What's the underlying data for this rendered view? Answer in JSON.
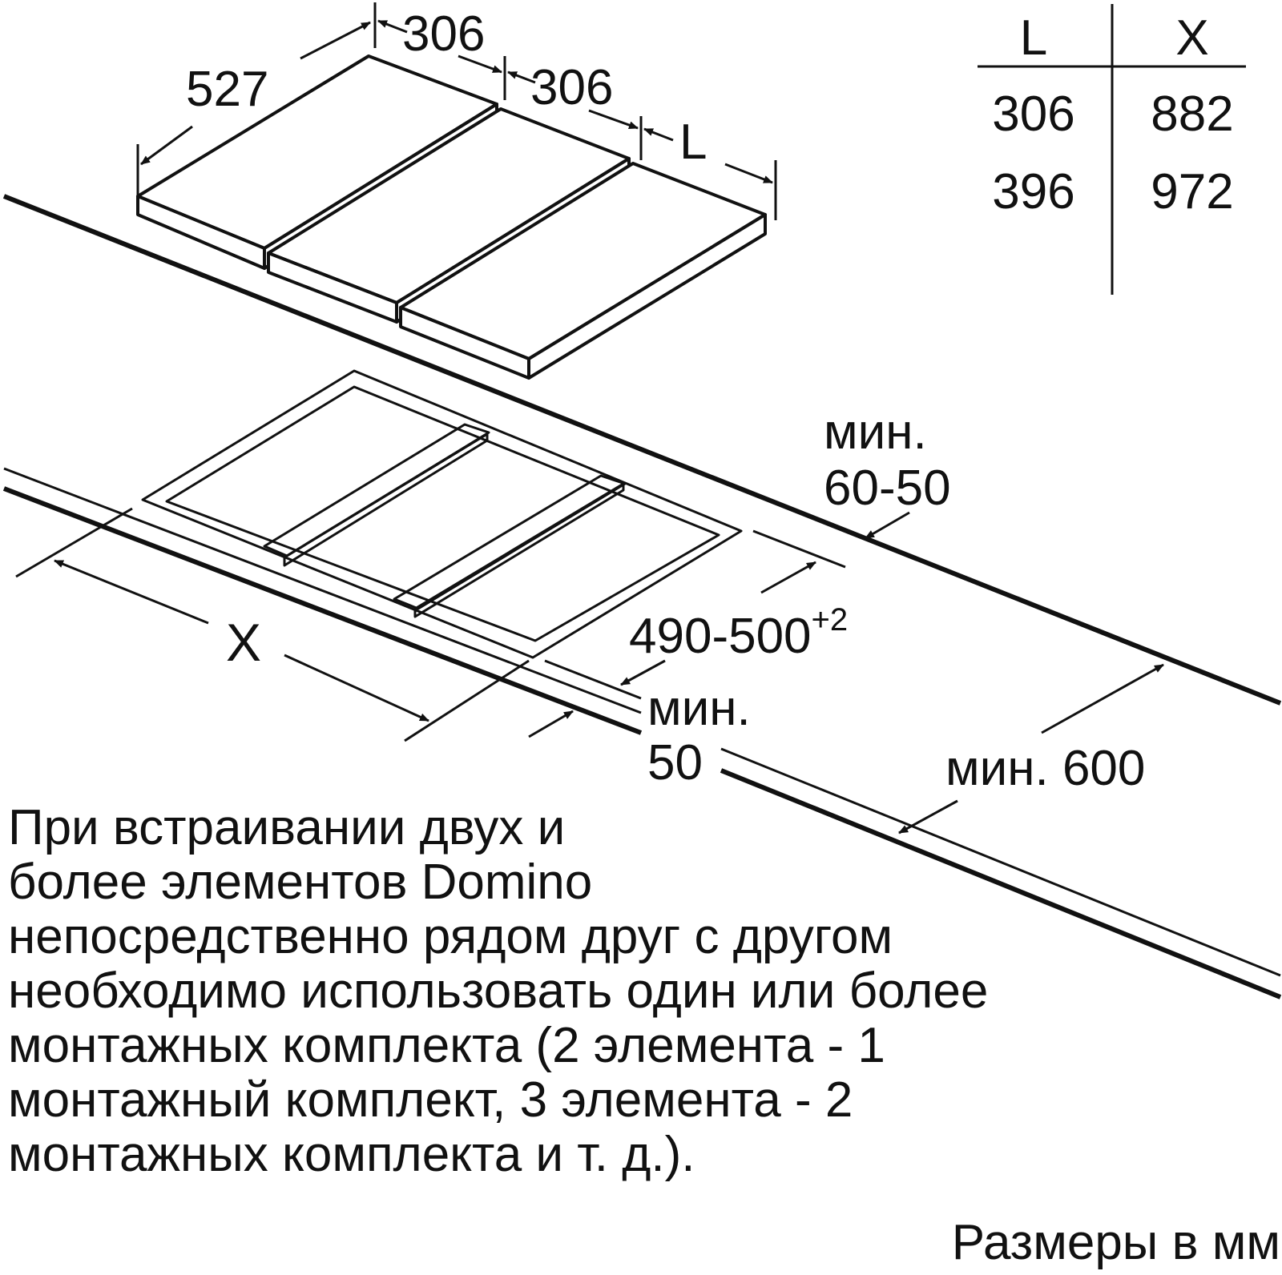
{
  "dimensions": {
    "depth": "527",
    "width_1": "306",
    "width_2": "306",
    "width_l": "L",
    "cutout_x": "X",
    "cutout_depth": "490-500",
    "cutout_depth_tolerance": "+2",
    "front_min_label": "мин.",
    "front_min_value": "50",
    "back_min_label": "мин.",
    "back_min_value": "60-50",
    "worktop_depth": "мин. 600"
  },
  "table": {
    "headers": [
      "L",
      "X"
    ],
    "rows": [
      [
        "306",
        "882"
      ],
      [
        "396",
        "972"
      ]
    ]
  },
  "note_lines": [
    "При встраивании двух и",
    "более элементов Domino",
    "непосредственно рядом друг с другом",
    "необходимо использовать один или более",
    "монтажных комплекта (2 элемента - 1",
    "монтажный комплект, 3 элемента - 2",
    "монтажных комплекта и т. д.)."
  ],
  "units_label": "Размеры в мм"
}
